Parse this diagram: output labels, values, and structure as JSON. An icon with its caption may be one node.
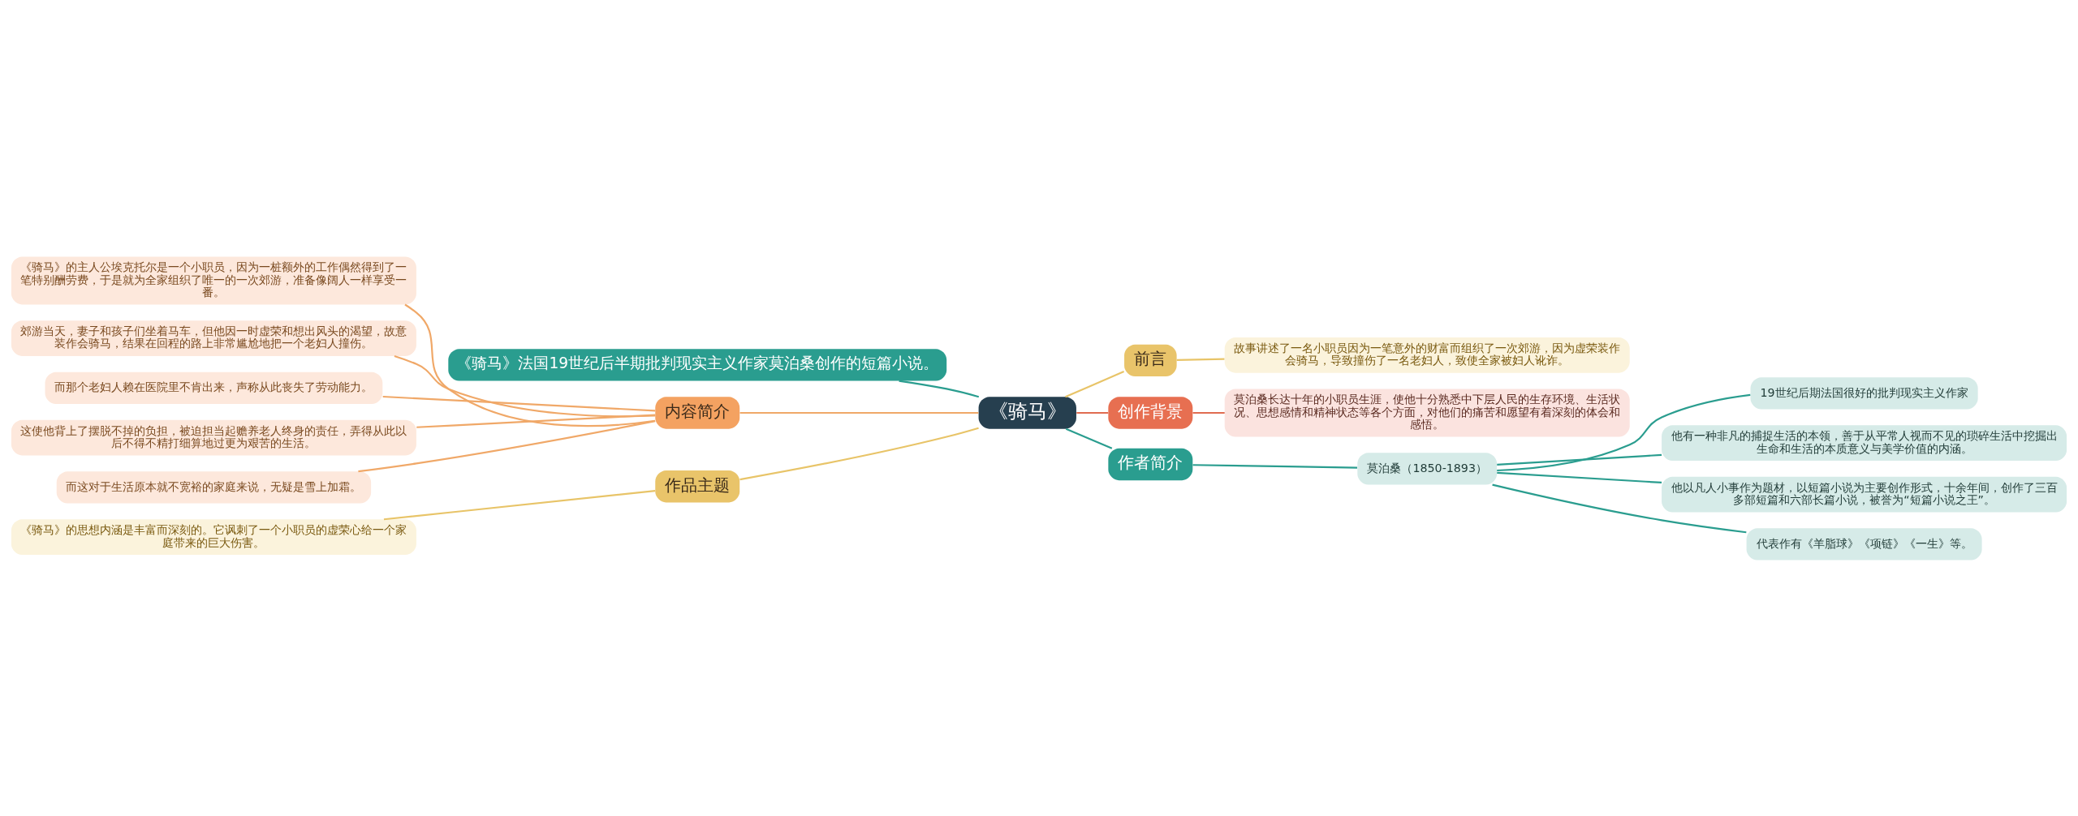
{
  "diagram": {
    "nodes": [
      {
        "text": [
          "《骑马》"
        ]
      },
      {
        "text": [
          "《骑马》法国19世纪后半期批判现实主义作家莫泊桑创作的短篇小说。"
        ]
      },
      {
        "text": [
          "内容简介"
        ]
      },
      {
        "text": [
          "《骑马》的主人公埃克托尔是一个小职员，因为一桩额外的工作偶然得到了一笔特别酬劳费，于是就为全家组织了唯一的一次郊游，准备像阔人一样享受一番。"
        ]
      },
      {
        "text": [
          "郊游当天，妻子和孩子们坐着马车，但他因一时虚荣和想出风头的渴望，故意装作会骑马，结果在回程的路上非常尴尬地把一个老妇人撞伤。"
        ]
      },
      {
        "text": [
          "而那个老妇人赖在医院里不肯出来，声称从此丧失了劳动能力。"
        ]
      },
      {
        "text": [
          "这使他背上了摆脱不掉的负担，被迫担当起赡养老人终身的责任，弄得从此以后不得不精打细算地过更为艰苦的生活。"
        ]
      },
      {
        "text": [
          "而这对于生活原本就不宽裕的家庭来说，无疑是雪上加霜。"
        ]
      },
      {
        "text": [
          "作品主题"
        ]
      },
      {
        "text": [
          "《骑马》的思想内涵是丰富而深刻的。它讽刺了一个小职员的虚荣心给一个家庭带来的巨大伤害。"
        ]
      },
      {
        "text": [
          "前言"
        ]
      },
      {
        "text": [
          "故事讲述了一名小职员因为一笔意外的财富而组织了一次郊游，因为虚荣装作会骑马，导致撞伤了一名老妇人，致使全家被妇人讹诈。"
        ]
      },
      {
        "text": [
          "创作背景"
        ]
      },
      {
        "text": [
          "莫泊桑长达十年的小职员生涯，使他十分熟悉中下层人民的生存环境、生活状况、思想感情和精神状态等各个方面，对他们的痛苦和愿望有着深刻的体会和感悟。"
        ]
      },
      {
        "text": [
          "作者简介"
        ]
      },
      {
        "text": [
          "莫泊桑（1850-1893）"
        ]
      },
      {
        "text": [
          "19世纪后期法国很好的批判现实主义作家"
        ]
      },
      {
        "text": [
          "他有一种非凡的捕捉生活的本领，善于从平常人视而不见的琐碎生活中挖掘出生命和生活的本质意义与美学价值的内涵。"
        ]
      },
      {
        "text": [
          "他以凡人小事作为题材，以短篇小说为主要创作形式，十余年间，创作了三百多部短篇和六部长篇小说，被誉为“短篇小说之王”。"
        ]
      },
      {
        "text": [
          "代表作有《羊脂球》《项链》《一生》等。"
        ]
      }
    ],
    "edges": [
      {
        "from": 0,
        "to": 1,
        "arrow": "none"
      },
      {
        "from": 0,
        "to": 2,
        "arrow": "none",
        "color": "#f0a868"
      },
      {
        "from": 2,
        "to": 3,
        "arrow": "none",
        "color": "#f0a868"
      },
      {
        "from": 2,
        "to": 4,
        "arrow": "none",
        "color": "#f0a868"
      },
      {
        "from": 2,
        "to": 5,
        "arrow": "none",
        "color": "#f0a868"
      },
      {
        "from": 2,
        "to": 6,
        "arrow": "none",
        "color": "#f0a868"
      },
      {
        "from": 2,
        "to": 7,
        "arrow": "none",
        "color": "#f0a868"
      },
      {
        "from": 0,
        "to": 8,
        "arrow": "none",
        "color": "#e8c468"
      },
      {
        "from": 8,
        "to": 9,
        "arrow": "none",
        "color": "#e8c468"
      },
      {
        "from": 0,
        "to": 10,
        "arrow": "none",
        "color": "#e8c468"
      },
      {
        "from": 10,
        "to": 11,
        "arrow": "none",
        "color": "#e8c468"
      },
      {
        "from": 0,
        "to": 12,
        "arrow": "none",
        "color": "#e06c50"
      },
      {
        "from": 12,
        "to": 13,
        "arrow": "none",
        "color": "#e06c50"
      },
      {
        "from": 0,
        "to": 14,
        "arrow": "none"
      },
      {
        "from": 14,
        "to": 15,
        "arrow": "none"
      },
      {
        "from": 15,
        "to": 16,
        "arrow": "none"
      },
      {
        "from": 15,
        "to": 17,
        "arrow": "none"
      },
      {
        "from": 15,
        "to": 18,
        "arrow": "none"
      },
      {
        "from": 15,
        "to": 19,
        "arrow": "none"
      }
    ]
  }
}
